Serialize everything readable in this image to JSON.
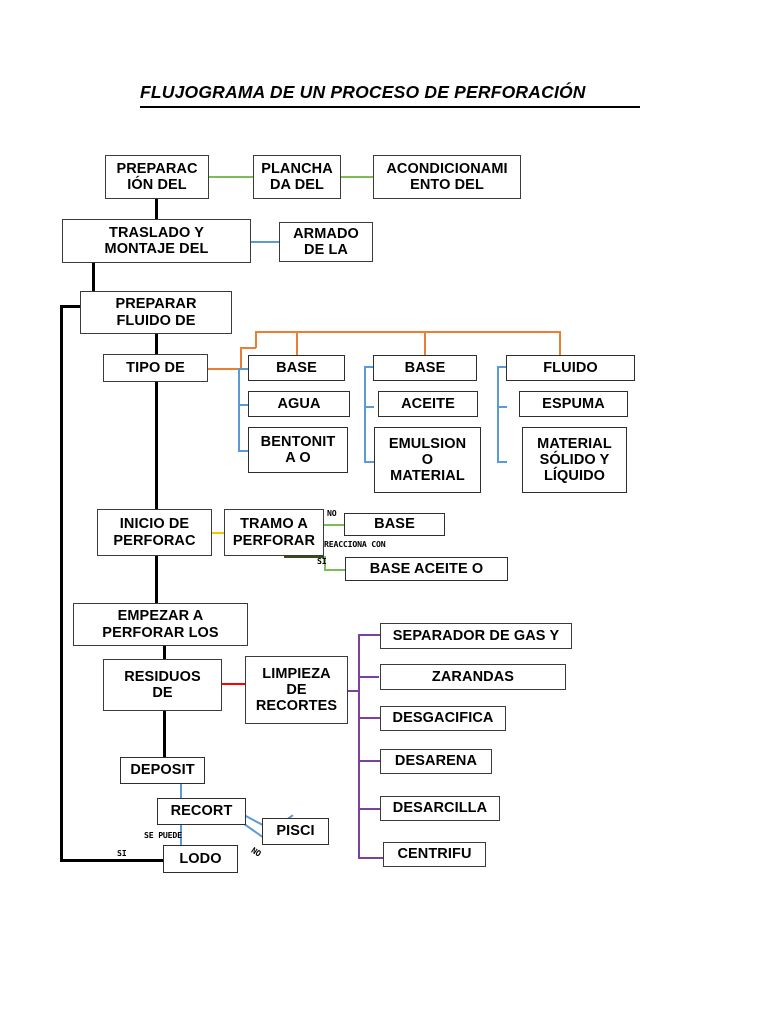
{
  "document": {
    "title": "FLUJOGRAMA DE UN PROCESO DE PERFORACIÓN "
  },
  "colors": {
    "black": "#000000",
    "green": "#7cbd5a",
    "blue": "#5b9bd5",
    "orange": "#ed7d31",
    "amber": "#ffc000",
    "red": "#ff0000",
    "purple": "#7d3fa0",
    "olive": "#3a4a20",
    "box_border": "#3b3b3b",
    "page_background": "#ffffff"
  },
  "nodes": {
    "preparacion": {
      "line1": "PREPARAC",
      "line2": "IÓN DEL"
    },
    "planchada": {
      "line1": "PLANCHA",
      "line2": "DA DEL"
    },
    "acondicionamiento": {
      "line1": "ACONDICIONAMI",
      "line2": "ENTO DEL"
    },
    "traslado": {
      "line1": "TRASLADO Y",
      "line2": "MONTAJE DEL"
    },
    "armado": {
      "line1": "ARMADO",
      "line2": "DE LA"
    },
    "preparar_fluido": {
      "line1": "PREPARAR",
      "line2": "FLUIDO DE"
    },
    "tipo_de": {
      "line1": "TIPO DE"
    },
    "base_col1": {
      "line1": "BASE"
    },
    "agua": {
      "line1": "AGUA"
    },
    "bentonita": {
      "line1": "BENTONIT",
      "line2": "A O"
    },
    "base_col2": {
      "line1": "BASE"
    },
    "aceite": {
      "line1": "ACEITE"
    },
    "emulsion": {
      "line1": "EMULSION",
      "line2": "O",
      "line3": "MATERIAL"
    },
    "fluido_col3": {
      "line1": "FLUIDO"
    },
    "espuma": {
      "line1": "ESPUMA"
    },
    "material_solido": {
      "line1": "MATERIAL",
      "line2": "SÓLIDO Y",
      "line3": "LÍQUIDO"
    },
    "inicio_perforacion": {
      "line1": "INICIO DE",
      "line2": "PERFORAC"
    },
    "tramo_perforar": {
      "line1": "TRAMO A",
      "line2": "PERFORAR"
    },
    "base_reaccion_no": {
      "line1": "BASE"
    },
    "base_aceite_si": {
      "line1": "BASE ACEITE O"
    },
    "empezar_perforar": {
      "line1": "EMPEZAR A",
      "line2": "PERFORAR LOS"
    },
    "residuos": {
      "line1": "RESIDUOS",
      "line2": "DE"
    },
    "limpieza_recortes": {
      "line1": "LIMPIEZA",
      "line2": "DE",
      "line3": "RECORTES"
    },
    "separador_gas": {
      "line1": "SEPARADOR DE GAS Y"
    },
    "zarandas": {
      "line1": "ZARANDAS"
    },
    "desgacifica": {
      "line1": "DESGACIFICA"
    },
    "desarena": {
      "line1": "DESARENA"
    },
    "desarcilla": {
      "line1": "DESARCILLA"
    },
    "centrifu": {
      "line1": "CENTRIFU"
    },
    "deposit": {
      "line1": "DEPOSIT"
    },
    "recort": {
      "line1": "RECORT"
    },
    "pisci": {
      "line1": "PISCI"
    },
    "lodo": {
      "line1": "LODO"
    }
  },
  "edge_labels": {
    "no_reaccion": "NO",
    "reacciona_con": "REACCIONA CON",
    "si_reaccion": "SI",
    "se_puede": "SE PUEDE",
    "si_lodo": "SI",
    "no_pisci": "NO"
  },
  "chart_data": {
    "type": "diagram",
    "diagram_kind": "flowchart",
    "title": "FLUJOGRAMA DE UN PROCESO DE PERFORACIÓN",
    "language": "es",
    "nodes": [
      {
        "id": "preparacion",
        "label": "PREPARAC IÓN DEL",
        "level": 1
      },
      {
        "id": "planchada",
        "label": "PLANCHA DA DEL",
        "level": 1
      },
      {
        "id": "acondicionamiento",
        "label": "ACONDICIONAMI ENTO DEL",
        "level": 1
      },
      {
        "id": "traslado",
        "label": "TRASLADO Y MONTAJE DEL",
        "level": 2
      },
      {
        "id": "armado",
        "label": "ARMADO DE LA",
        "level": 2
      },
      {
        "id": "preparar_fluido",
        "label": "PREPARAR FLUIDO DE",
        "level": 3
      },
      {
        "id": "tipo_de",
        "label": "TIPO DE",
        "level": 4
      },
      {
        "id": "base_col1",
        "label": "BASE",
        "level": 5
      },
      {
        "id": "agua",
        "label": "AGUA",
        "level": 6
      },
      {
        "id": "bentonita",
        "label": "BENTONIT A O",
        "level": 6
      },
      {
        "id": "base_col2",
        "label": "BASE",
        "level": 5
      },
      {
        "id": "aceite",
        "label": "ACEITE",
        "level": 6
      },
      {
        "id": "emulsion",
        "label": "EMULSION O MATERIAL",
        "level": 6
      },
      {
        "id": "fluido_col3",
        "label": "FLUIDO",
        "level": 5
      },
      {
        "id": "espuma",
        "label": "ESPUMA",
        "level": 6
      },
      {
        "id": "material_solido",
        "label": "MATERIAL SÓLIDO Y LÍQUIDO",
        "level": 6
      },
      {
        "id": "inicio_perforacion",
        "label": "INICIO DE PERFORAC",
        "level": 7
      },
      {
        "id": "tramo_perforar",
        "label": "TRAMO A PERFORAR",
        "level": 7
      },
      {
        "id": "base_reaccion_no",
        "label": "BASE",
        "level": 8
      },
      {
        "id": "base_aceite_si",
        "label": "BASE ACEITE O",
        "level": 8
      },
      {
        "id": "empezar_perforar",
        "label": "EMPEZAR A PERFORAR LOS",
        "level": 9
      },
      {
        "id": "residuos",
        "label": "RESIDUOS DE",
        "level": 10
      },
      {
        "id": "limpieza_recortes",
        "label": "LIMPIEZA DE RECORTES",
        "level": 10
      },
      {
        "id": "separador_gas",
        "label": "SEPARADOR DE GAS Y",
        "level": 11
      },
      {
        "id": "zarandas",
        "label": "ZARANDAS",
        "level": 11
      },
      {
        "id": "desgacifica",
        "label": "DESGACIFICA",
        "level": 11
      },
      {
        "id": "desarena",
        "label": "DESARENA",
        "level": 11
      },
      {
        "id": "desarcilla",
        "label": "DESARCILLA",
        "level": 11
      },
      {
        "id": "centrifu",
        "label": "CENTRIFU",
        "level": 11
      },
      {
        "id": "deposit",
        "label": "DEPOSIT",
        "level": 12
      },
      {
        "id": "recort",
        "label": "RECORT",
        "level": 13
      },
      {
        "id": "pisci",
        "label": "PISCI",
        "level": 14
      },
      {
        "id": "lodo",
        "label": "LODO",
        "level": 14
      }
    ],
    "edges": [
      {
        "from": "preparacion",
        "to": "planchada",
        "color": "#7cbd5a",
        "label": ""
      },
      {
        "from": "planchada",
        "to": "acondicionamiento",
        "color": "#7cbd5a",
        "label": ""
      },
      {
        "from": "preparacion",
        "to": "traslado",
        "color": "#000000",
        "label": ""
      },
      {
        "from": "traslado",
        "to": "armado",
        "color": "#5b9bd5",
        "label": ""
      },
      {
        "from": "traslado",
        "to": "preparar_fluido",
        "color": "#000000",
        "label": ""
      },
      {
        "from": "preparar_fluido",
        "to": "tipo_de",
        "color": "#000000",
        "label": ""
      },
      {
        "from": "tipo_de",
        "to": "base_col1",
        "color": "#ed7d31",
        "label": ""
      },
      {
        "from": "tipo_de",
        "to": "base_col2",
        "color": "#ed7d31",
        "label": ""
      },
      {
        "from": "tipo_de",
        "to": "fluido_col3",
        "color": "#ed7d31",
        "label": ""
      },
      {
        "from": "base_col1",
        "to": "agua",
        "color": "#5b9bd5",
        "label": ""
      },
      {
        "from": "base_col1",
        "to": "bentonita",
        "color": "#5b9bd5",
        "label": ""
      },
      {
        "from": "base_col2",
        "to": "aceite",
        "color": "#5b9bd5",
        "label": ""
      },
      {
        "from": "base_col2",
        "to": "emulsion",
        "color": "#5b9bd5",
        "label": ""
      },
      {
        "from": "fluido_col3",
        "to": "espuma",
        "color": "#5b9bd5",
        "label": ""
      },
      {
        "from": "fluido_col3",
        "to": "material_solido",
        "color": "#5b9bd5",
        "label": ""
      },
      {
        "from": "tipo_de",
        "to": "inicio_perforacion",
        "color": "#000000",
        "label": ""
      },
      {
        "from": "inicio_perforacion",
        "to": "tramo_perforar",
        "color": "#ffc000",
        "label": ""
      },
      {
        "from": "tramo_perforar",
        "to": "base_reaccion_no",
        "color": "#7cbd5a",
        "label": "NO"
      },
      {
        "from": "tramo_perforar",
        "to": "base_aceite_si",
        "color": "#7cbd5a",
        "label": "SI"
      },
      {
        "from": "inicio_perforacion",
        "to": "empezar_perforar",
        "color": "#000000",
        "label": ""
      },
      {
        "from": "empezar_perforar",
        "to": "residuos",
        "color": "#000000",
        "label": ""
      },
      {
        "from": "residuos",
        "to": "limpieza_recortes",
        "color": "#ff0000",
        "label": ""
      },
      {
        "from": "limpieza_recortes",
        "to": "separador_gas",
        "color": "#7d3fa0",
        "label": ""
      },
      {
        "from": "limpieza_recortes",
        "to": "zarandas",
        "color": "#7d3fa0",
        "label": ""
      },
      {
        "from": "limpieza_recortes",
        "to": "desgacifica",
        "color": "#7d3fa0",
        "label": ""
      },
      {
        "from": "limpieza_recortes",
        "to": "desarena",
        "color": "#7d3fa0",
        "label": ""
      },
      {
        "from": "limpieza_recortes",
        "to": "desarcilla",
        "color": "#7d3fa0",
        "label": ""
      },
      {
        "from": "limpieza_recortes",
        "to": "centrifu",
        "color": "#7d3fa0",
        "label": ""
      },
      {
        "from": "residuos",
        "to": "deposit",
        "color": "#000000",
        "label": ""
      },
      {
        "from": "deposit",
        "to": "recort",
        "color": "#5b9bd5",
        "label": ""
      },
      {
        "from": "recort",
        "to": "pisci",
        "color": "#5b9bd5",
        "label": "NO"
      },
      {
        "from": "recort",
        "to": "lodo",
        "color": "#5b9bd5",
        "label": "SE PUEDE"
      },
      {
        "from": "lodo",
        "to": "preparar_fluido",
        "color": "#000000",
        "label": "SI"
      }
    ],
    "annotations": [
      "NO",
      "REACCIONA CON",
      "SI",
      "SE PUEDE",
      "SI",
      "NO"
    ]
  }
}
